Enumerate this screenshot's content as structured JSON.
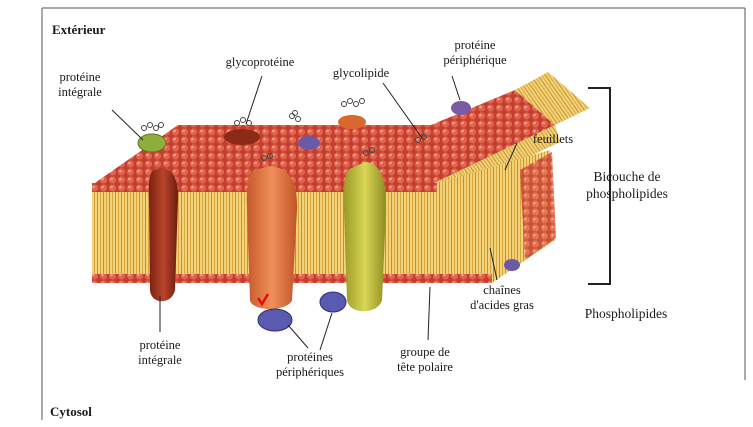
{
  "labels": {
    "exterieur": "Extérieur",
    "cytosol": "Cytosol",
    "proteine_integrale_top_1": "protéine",
    "proteine_integrale_top_2": "intégrale",
    "glycoproteine": "glycoprotéine",
    "glycolipide": "glycolipide",
    "proteine_peripherique_top_1": "protéine",
    "proteine_peripherique_top_2": "périphérique",
    "feuillets": "feuillets",
    "bicouche_1": "Bicouche de",
    "bicouche_2": "phospholipides",
    "phospholipides": "Phospholipides",
    "proteine_integrale_bottom_1": "protéine",
    "proteine_integrale_bottom_2": "intégrale",
    "proteines_peripheriques_1": "protéines",
    "proteines_peripheriques_2": "périphériques",
    "groupe_1": "groupe de",
    "groupe_2": "tête polaire",
    "chaines_1": "chaînes",
    "chaines_2": "d'acides gras"
  },
  "colors": {
    "head": "#d24a3a",
    "head_light": "#e8836e",
    "tail": "#e3b84a",
    "tail_dark": "#b98a22",
    "protein_red": "#a8341c",
    "protein_orange": "#e0733a",
    "protein_yellow": "#c9c43e",
    "protein_purple": "#6a5aa8",
    "protein_green": "#8aa83a",
    "outline": "#333333"
  }
}
